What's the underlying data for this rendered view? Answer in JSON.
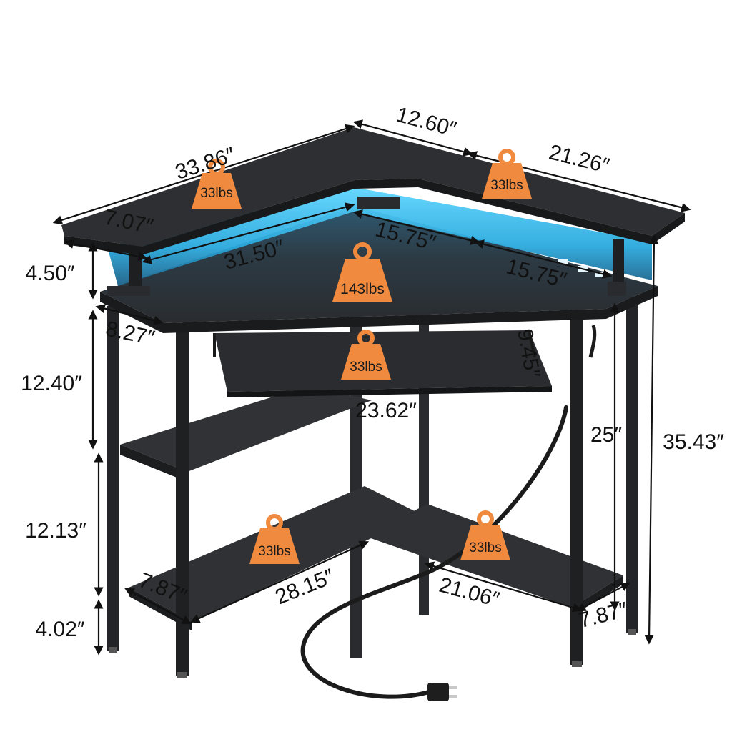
{
  "colors": {
    "desk": "#2b2d30",
    "desk_edge": "#1a1b1d",
    "frame": "#232427",
    "led": "#39c6f4",
    "weight_icon": "#f08a3e",
    "dimension_line": "#111111"
  },
  "dimensions": {
    "top_left_length": "33.86″",
    "top_front": "12.60″",
    "top_right_length": "21.26″",
    "shelf_depth": "7.07″",
    "riser_height": "4.50″",
    "inner_left": "31.50″",
    "inner_right_a": "15.75″",
    "inner_right_b": "15.75″",
    "keyboard_offset": "8.27″",
    "keyboard_depth": "9.45″",
    "keyboard_width": "23.62″",
    "upper_shelf_gap": "12.40″",
    "lower_shelf_gap": "12.13″",
    "floor_clearance": "4.02″",
    "desk_height_under": "25″",
    "total_height": "35.43″",
    "bottom_left_depth": "7.87″",
    "bottom_left_length": "28.15″",
    "bottom_right_length": "21.06″",
    "bottom_right_depth": "7.87″"
  },
  "weights": {
    "top_left": "33lbs",
    "top_right": "33lbs",
    "desktop": "143lbs",
    "keyboard_tray": "33lbs",
    "bottom_left": "33lbs",
    "bottom_right": "33lbs"
  }
}
